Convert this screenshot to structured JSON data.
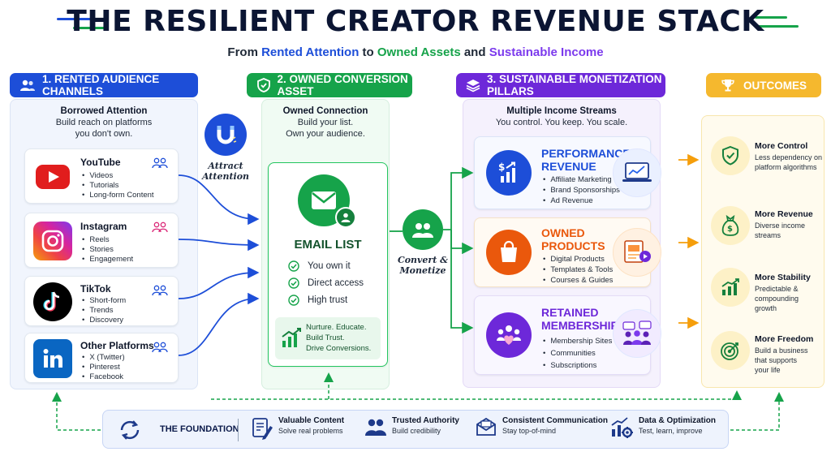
{
  "header": {
    "title": "THE RESILIENT CREATOR REVENUE STACK",
    "subtitle_parts": [
      "From ",
      "Rented Attention",
      " to ",
      "Owned Assets",
      " and ",
      "Sustainable Income"
    ]
  },
  "columns": {
    "rented": {
      "label": "1. RENTED AUDIENCE CHANNELS",
      "heading": "Borrowed Attention",
      "desc_line1": "Build reach on platforms",
      "desc_line2": "you don't own.",
      "channels": [
        {
          "name": "YouTube",
          "items": [
            "Videos",
            "Tutorials",
            "Long-form Content"
          ],
          "icon": "youtube-icon"
        },
        {
          "name": "Instagram",
          "items": [
            "Reels",
            "Stories",
            "Engagement"
          ],
          "icon": "instagram-icon"
        },
        {
          "name": "TikTok",
          "items": [
            "Short-form",
            "Trends",
            "Discovery"
          ],
          "icon": "tiktok-icon"
        },
        {
          "name": "Other Platforms",
          "items": [
            "X (Twitter)",
            "Pinterest",
            "Facebook"
          ],
          "icon": "linkedin-icon"
        }
      ]
    },
    "owned": {
      "label": "2. OWNED CONVERSION ASSET",
      "heading": "Owned Connection",
      "desc_line1": "Build your list.",
      "desc_line2": "Own your audience.",
      "asset_title": "EMAIL LIST",
      "checks": [
        "You own it",
        "Direct access",
        "High trust"
      ],
      "nurture_lines": [
        "Nurture. Educate.",
        "Build Trust.",
        "Drive Conversions."
      ]
    },
    "pillars": {
      "label": "3. SUSTAINABLE MONETIZATION PILLARS",
      "heading": "Multiple Income Streams",
      "desc": "You control. You keep. You scale.",
      "items": [
        {
          "title_line1": "PERFORMANCE",
          "title_line2": "REVENUE",
          "items": [
            "Affiliate Marketing",
            "Brand Sponsorships",
            "Ad Revenue"
          ],
          "color": "#1d4ed8"
        },
        {
          "title_line1": "OWNED",
          "title_line2": "PRODUCTS",
          "items": [
            "Digital Products",
            "Templates & Tools",
            "Courses & Guides"
          ],
          "color": "#ea580c"
        },
        {
          "title_line1": "RETAINED",
          "title_line2": "MEMBERSHIPS",
          "items": [
            "Membership Sites",
            "Communities",
            "Subscriptions"
          ],
          "color": "#6d28d9"
        }
      ]
    },
    "outcomes": {
      "label": "OUTCOMES",
      "items": [
        {
          "title": "More Control",
          "desc": "Less dependency on platform algorithms"
        },
        {
          "title": "More Revenue",
          "desc": "Diverse income streams"
        },
        {
          "title": "More Stability",
          "desc": "Predictable & compounding growth"
        },
        {
          "title": "More Freedom",
          "desc": "Build a business that supports your life"
        }
      ]
    }
  },
  "annotations": {
    "attract_line1": "Attract",
    "attract_line2": "Attention",
    "convert_line1": "Convert &",
    "convert_line2": "Monetize"
  },
  "foundation": {
    "label": "THE FOUNDATION",
    "items": [
      {
        "title": "Valuable Content",
        "desc": "Solve real problems"
      },
      {
        "title": "Trusted Authority",
        "desc": "Build credibility"
      },
      {
        "title": "Consistent Communication",
        "desc": "Stay top-of-mind"
      },
      {
        "title": "Data & Optimization",
        "desc": "Test, learn, improve"
      }
    ]
  },
  "colors": {
    "blue": "#1d4ed8",
    "green": "#16a34a",
    "purple": "#6d28d9",
    "gold": "#f5b82e",
    "orange": "#ea580c"
  }
}
